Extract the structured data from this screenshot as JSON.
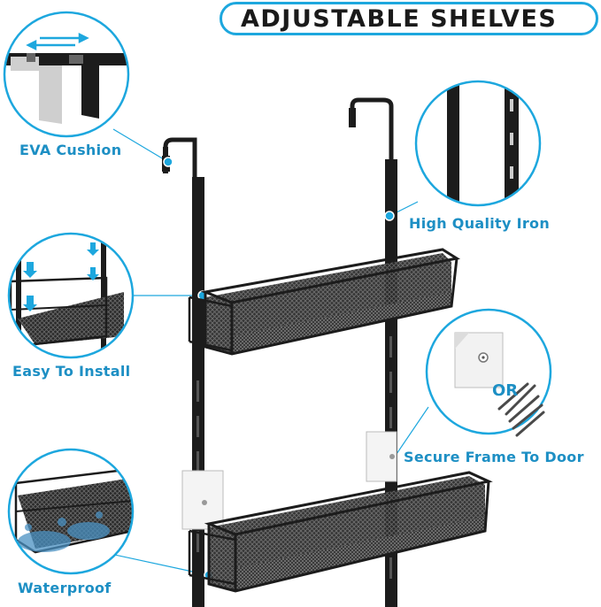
{
  "title": "ADJUSTABLE SHELVES",
  "labels": {
    "eva_cushion": "EVA Cushion",
    "high_quality_iron": "High Quality Iron",
    "easy_to_install": "Easy To Install",
    "secure_frame": "Secure Frame To Door",
    "or": "OR",
    "waterproof": "Waterproof"
  },
  "colors": {
    "accent": "#1da7de",
    "label_text": "#1d8fc4",
    "metal": "#1c1c1c"
  },
  "icons": [
    "adjust-arrows-icon",
    "hook-icon",
    "hanging-bracket-icon",
    "adhesive-hook-icon",
    "screws-icon",
    "water-splash-icon"
  ]
}
